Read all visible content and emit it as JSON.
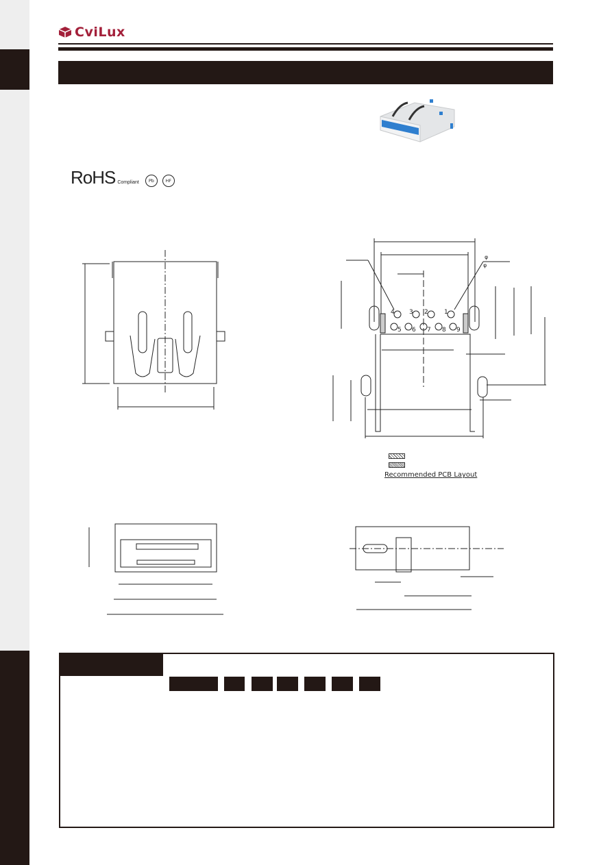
{
  "brand": {
    "name": "CviLux",
    "color": "#a3203a"
  },
  "certifications": {
    "rohs": "RoHS",
    "rohs_sub": "Compliant",
    "pb_free": "Pb",
    "halogen_free": "HF"
  },
  "pcb_layout": {
    "pins_top": [
      "4",
      "3",
      "2",
      "1"
    ],
    "pins_bottom": [
      "5",
      "6",
      "7",
      "8",
      "9"
    ],
    "phi_1": "φ",
    "phi_2": "φ",
    "caption": "Recommended PCB Layout"
  },
  "colors": {
    "dark": "#231815",
    "sidebar": "#eeeeee",
    "connector_blue": "#2f7fcf"
  }
}
